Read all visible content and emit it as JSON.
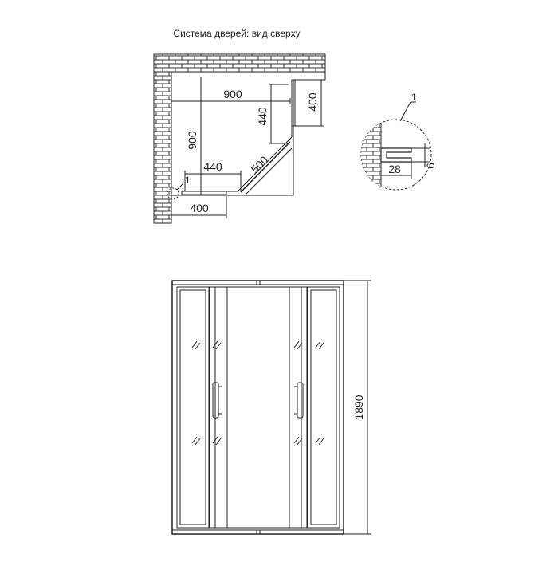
{
  "title": "Система дверей: вид сверху",
  "top_view": {
    "width_label": "900",
    "depth_label": "900",
    "door_label_left": "440",
    "door_label_right": "440",
    "fixed_label_bottom": "400",
    "fixed_label_right": "400",
    "diagonal_label": "500",
    "callout_label": "1"
  },
  "detail": {
    "callout_label": "1",
    "profile_width_label": "28",
    "profile_gap_label": "6"
  },
  "front_view": {
    "height_label": "1890"
  },
  "colors": {
    "line": "#222222",
    "glass": "#ffffff",
    "brick": "#ffffff"
  }
}
